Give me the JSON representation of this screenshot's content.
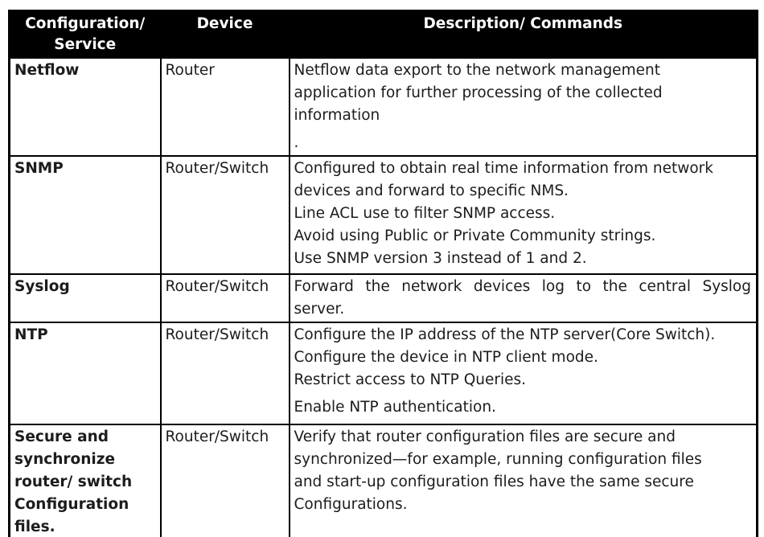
{
  "table": {
    "columns": [
      "Configuration/ Service",
      "Device",
      "Description/ Commands"
    ],
    "rows": [
      {
        "service": "Netflow",
        "device": "Router",
        "description": [
          "Netflow data export to the network management",
          "application for further processing of the collected",
          "information",
          "."
        ]
      },
      {
        "service": "SNMP",
        "device": "Router/Switch",
        "description": [
          "Configured to obtain real time information from network",
          "devices and forward to specific NMS.",
          "Line ACL use to filter SNMP access.",
          "Avoid using Public or Private Community strings.",
          "Use SNMP version 3 instead of 1 and 2."
        ]
      },
      {
        "service": "Syslog",
        "device": "Router/Switch",
        "description": [
          "Forward the network devices log to the central Syslog",
          "server."
        ]
      },
      {
        "service": "NTP",
        "device": "Router/Switch",
        "description": [
          "Configure the IP address of the NTP server(Core Switch).",
          "Configure the device in NTP client mode.",
          "Restrict access to NTP Queries.",
          "Enable NTP authentication."
        ]
      },
      {
        "service": "Secure and synchronize router/ switch Configuration files.",
        "device": "Router/Switch",
        "description": [
          "Verify that router configuration files are secure and",
          "synchronized—for example, running configuration files",
          "and start-up configuration files have the same secure",
          "Configurations."
        ]
      }
    ],
    "colors": {
      "header_bg": "#000000",
      "header_text": "#ffffff",
      "border": "#000000",
      "body_text": "#1c1c1c"
    }
  }
}
